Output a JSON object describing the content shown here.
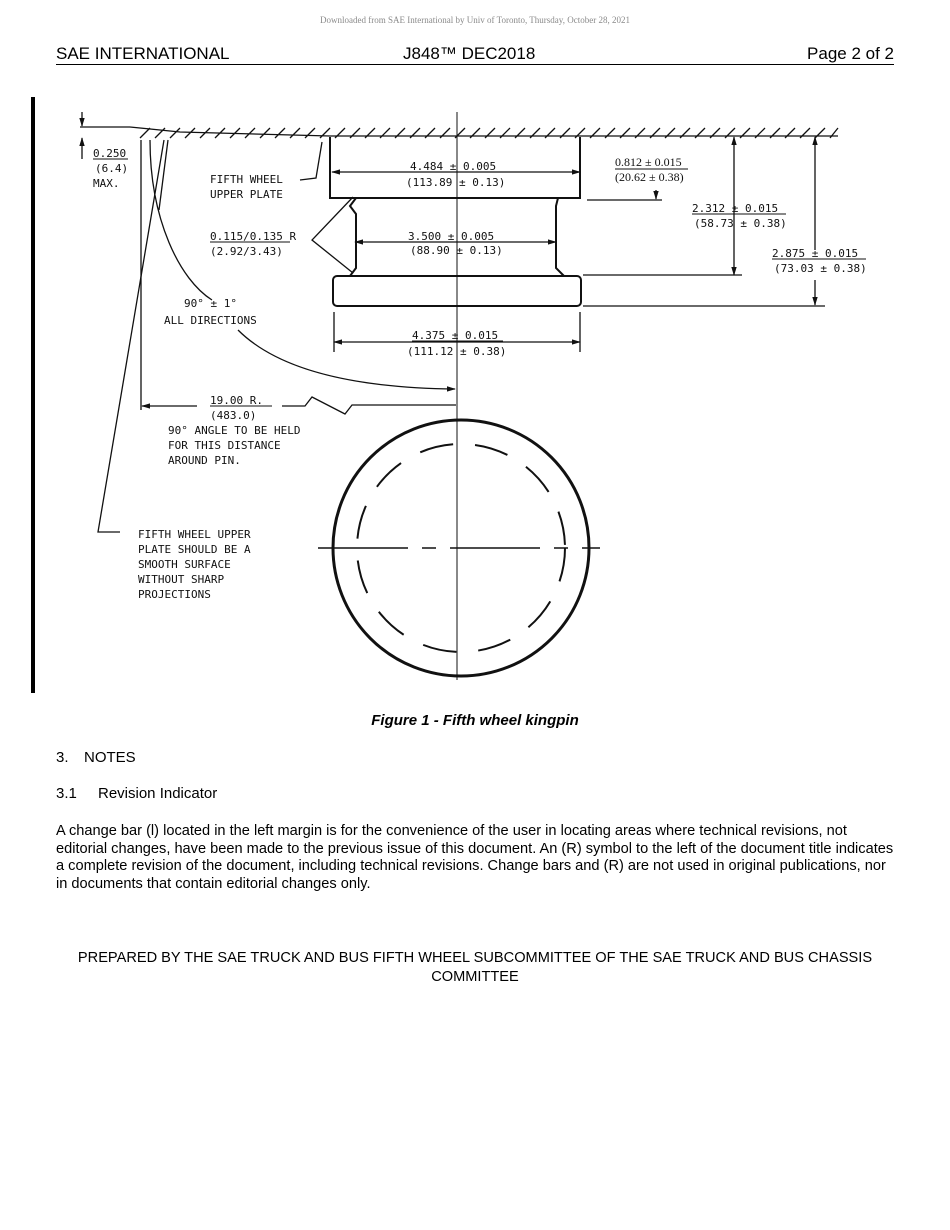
{
  "watermark": "Downloaded from SAE International by Univ of Toronto, Thursday, October 28, 2021",
  "header": {
    "left": "SAE INTERNATIONAL",
    "center": "J848™ DEC2018",
    "right": "Page 2 of 2"
  },
  "figure": {
    "caption": "Figure 1 - Fifth wheel kingpin",
    "labels": {
      "max_a": "0.250",
      "max_b": "(6.4)",
      "max_c": "MAX.",
      "fifth_a": "FIFTH WHEEL",
      "fifth_b": "UPPER PLATE",
      "d1_a": "4.484 ± 0.005",
      "d1_b": "(113.89 ± 0.13)",
      "d2_a": "0.812 ± 0.015",
      "d2_b": "(20.62 ± 0.38)",
      "d3_a": "2.312 ± 0.015",
      "d3_b": "(58.73 ± 0.38)",
      "d4_a": "2.875 ± 0.015",
      "d4_b": "(73.03 ± 0.38)",
      "r_a": "0.115/0.135 R",
      "r_b": "(2.92/3.43)",
      "d5_a": "3.500 ± 0.005",
      "d5_b": "(88.90 ± 0.13)",
      "ang_a": "90° ± 1°",
      "ang_b": "ALL DIRECTIONS",
      "d6_a": "4.375 ± 0.015",
      "d6_b": "(111.12 ± 0.38)",
      "rad_a": "19.00 R.",
      "rad_b": "(483.0)",
      "rad_c": "90° ANGLE TO BE HELD",
      "rad_d": "FOR THIS DISTANCE",
      "rad_e": "AROUND PIN.",
      "note_a": "FIFTH WHEEL UPPER",
      "note_b": "PLATE SHOULD BE A",
      "note_c": "SMOOTH SURFACE",
      "note_d": "WITHOUT SHARP",
      "note_e": "PROJECTIONS"
    }
  },
  "section3": {
    "number": "3.",
    "title": "NOTES"
  },
  "section31": {
    "number": "3.1",
    "title": "Revision Indicator"
  },
  "body": "A change bar (l) located in the left margin is for the convenience of the user in locating areas where technical revisions, not editorial changes, have been made to the previous issue of this document. An (R) symbol to the left of the document title indicates a complete revision of the document, including technical revisions. Change bars and (R) are not used in original publications, nor in documents that contain editorial changes only.",
  "prepared": "PREPARED BY THE SAE TRUCK AND BUS FIFTH WHEEL SUBCOMMITTEE OF THE SAE TRUCK AND BUS CHASSIS COMMITTEE"
}
